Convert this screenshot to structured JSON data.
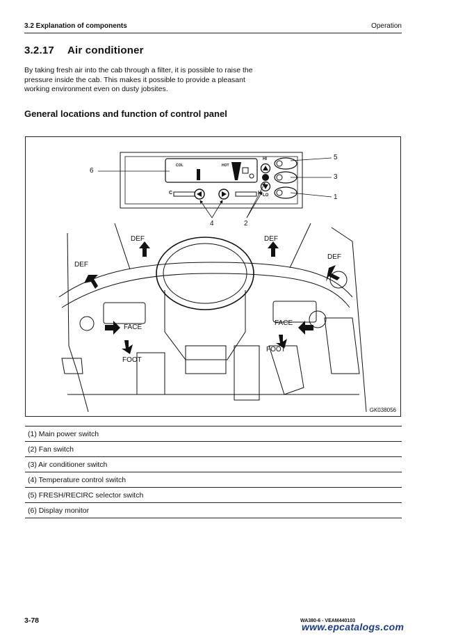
{
  "header": {
    "section": "3.2  Explanation of components",
    "chapter": "Operation"
  },
  "section": {
    "number": "3.2.17",
    "title": "Air conditioner",
    "intro": "By taking fresh air into the cab through a filter, it is possible to raise the pressure inside the cab. This makes it possible to provide a pleasant working environment even on dusty jobsites."
  },
  "subsection": {
    "title": "General locations and function of control panel"
  },
  "figure": {
    "code": "GK038056",
    "callouts": [
      "6",
      "5",
      "3",
      "1",
      "4",
      "2"
    ],
    "panel": {
      "col": "COL",
      "hot": "HOT",
      "c": "C",
      "h": "H",
      "hi": "HI",
      "lo": "LO"
    },
    "vents": {
      "def1": "DEF",
      "def2": "DEF",
      "def3": "DEF",
      "def4": "DEF",
      "face_left": "FACE",
      "face_right": "FACE",
      "foot_left": "FOOT",
      "foot_right": "FOOT"
    }
  },
  "parts": [
    "(1) Main power switch",
    "(2) Fan switch",
    "(3) Air conditioner switch",
    "(4) Temperature control switch",
    "(5) FRESH/RECIRC selector switch",
    "(6) Display monitor"
  ],
  "footer": {
    "page": "3-78",
    "model": "WA380-6 - VEAM440103",
    "watermark": "www.epcatalogs.com"
  }
}
